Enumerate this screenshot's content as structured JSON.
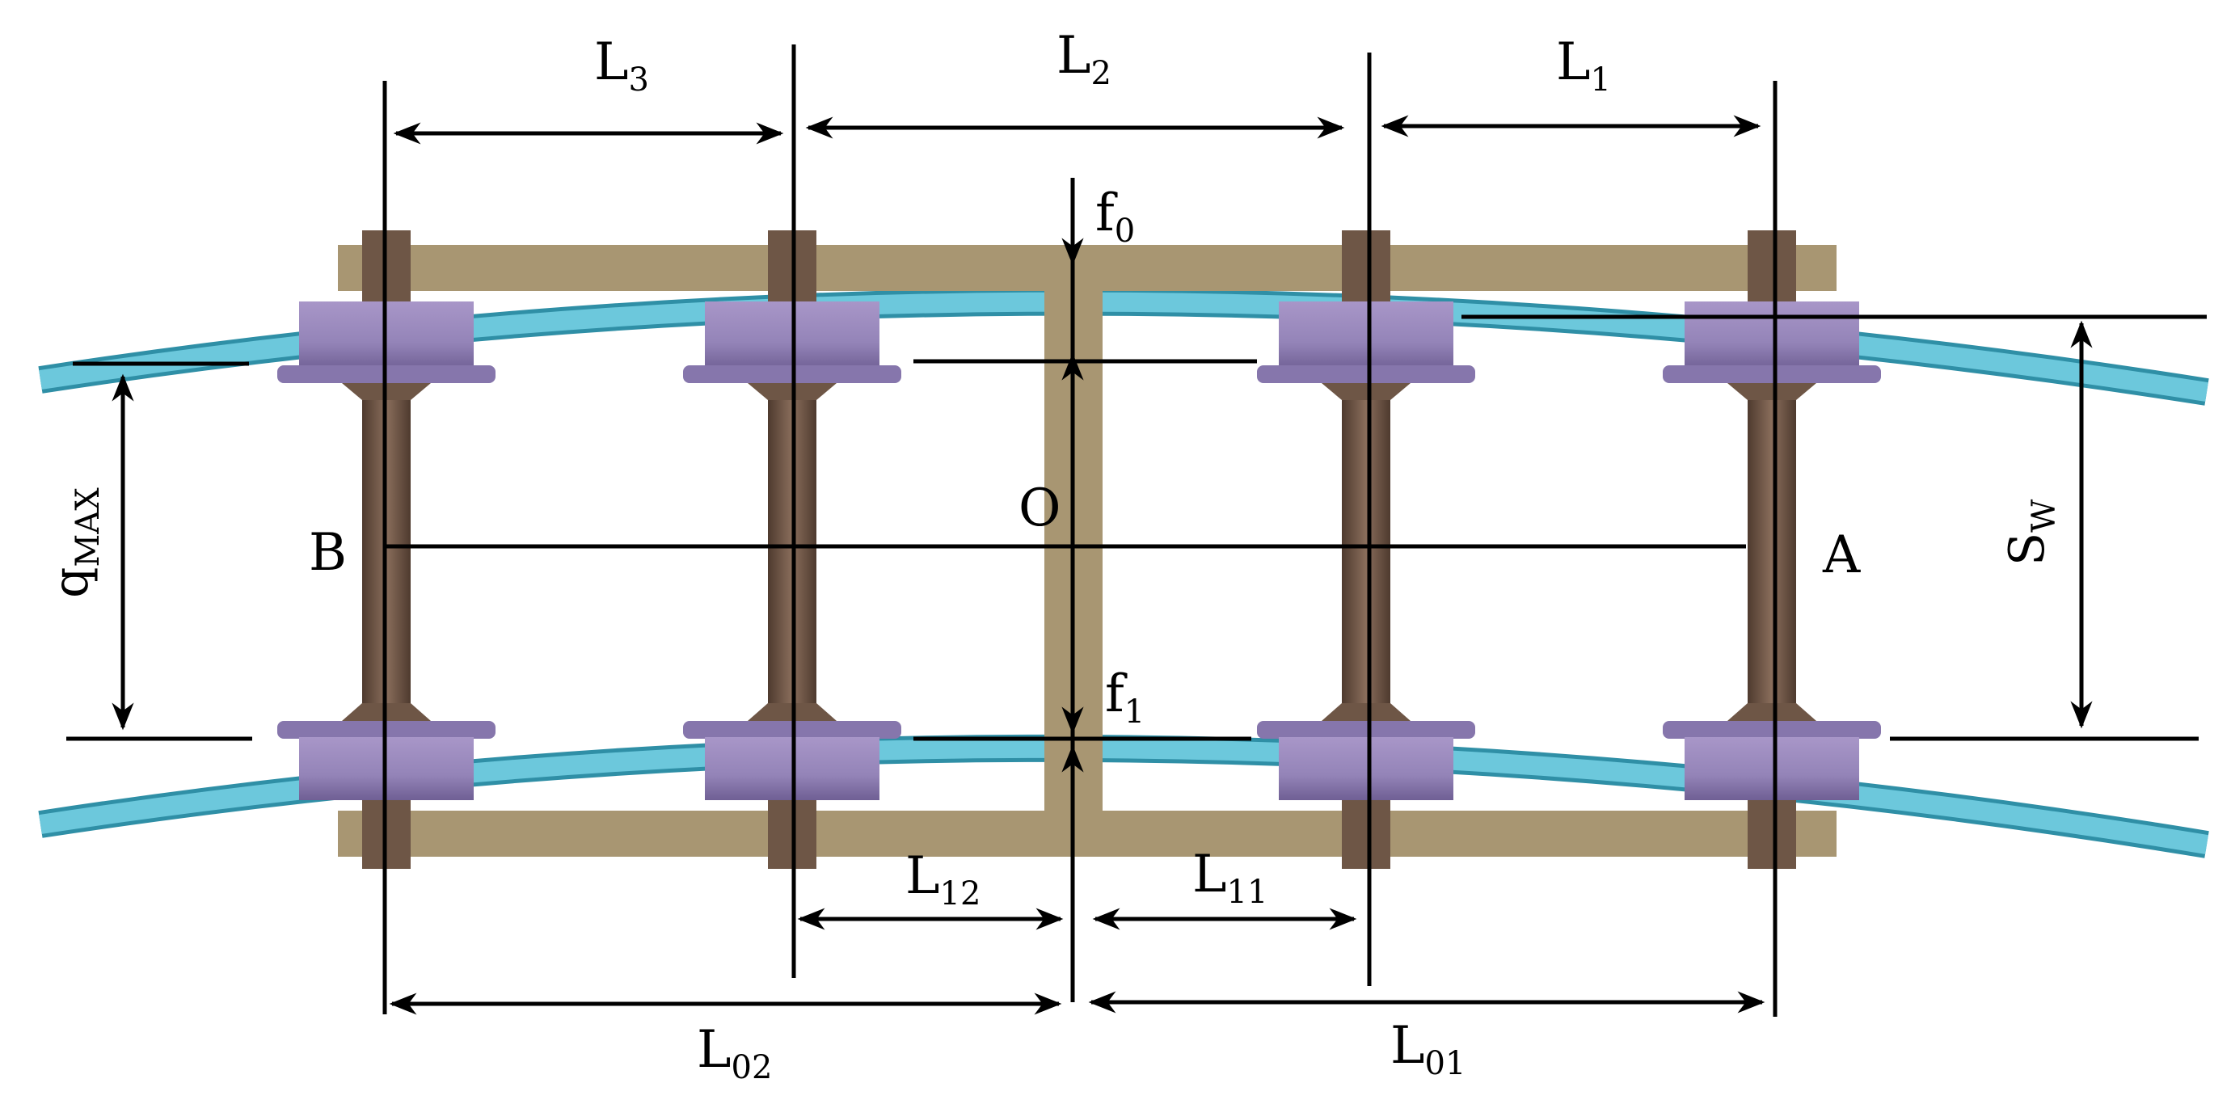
{
  "colors": {
    "background": "#ffffff",
    "rail": "#6cc8dc",
    "rail_edge": "#2f8fa6",
    "frame": "#a89672",
    "wheel": "#9484b8",
    "wheel_dark": "#6f5f94",
    "axle": "#6e5646",
    "line": "#000000"
  },
  "labels": {
    "L3": {
      "main": "L",
      "sub": "3"
    },
    "L2": {
      "main": "L",
      "sub": "2"
    },
    "L1": {
      "main": "L",
      "sub": "1"
    },
    "f0": {
      "main": "f",
      "sub": "0"
    },
    "f1": {
      "main": "f",
      "sub": "1"
    },
    "L12": {
      "main": "L",
      "sub": "12"
    },
    "L11": {
      "main": "L",
      "sub": "11"
    },
    "L02": {
      "main": "L",
      "sub": "02"
    },
    "L01": {
      "main": "L",
      "sub": "01"
    },
    "qmax": {
      "main": "q",
      "sub": "MAX"
    },
    "sw": {
      "main": "S",
      "sub": "W"
    },
    "O": "O",
    "A": "A",
    "B": "B"
  }
}
